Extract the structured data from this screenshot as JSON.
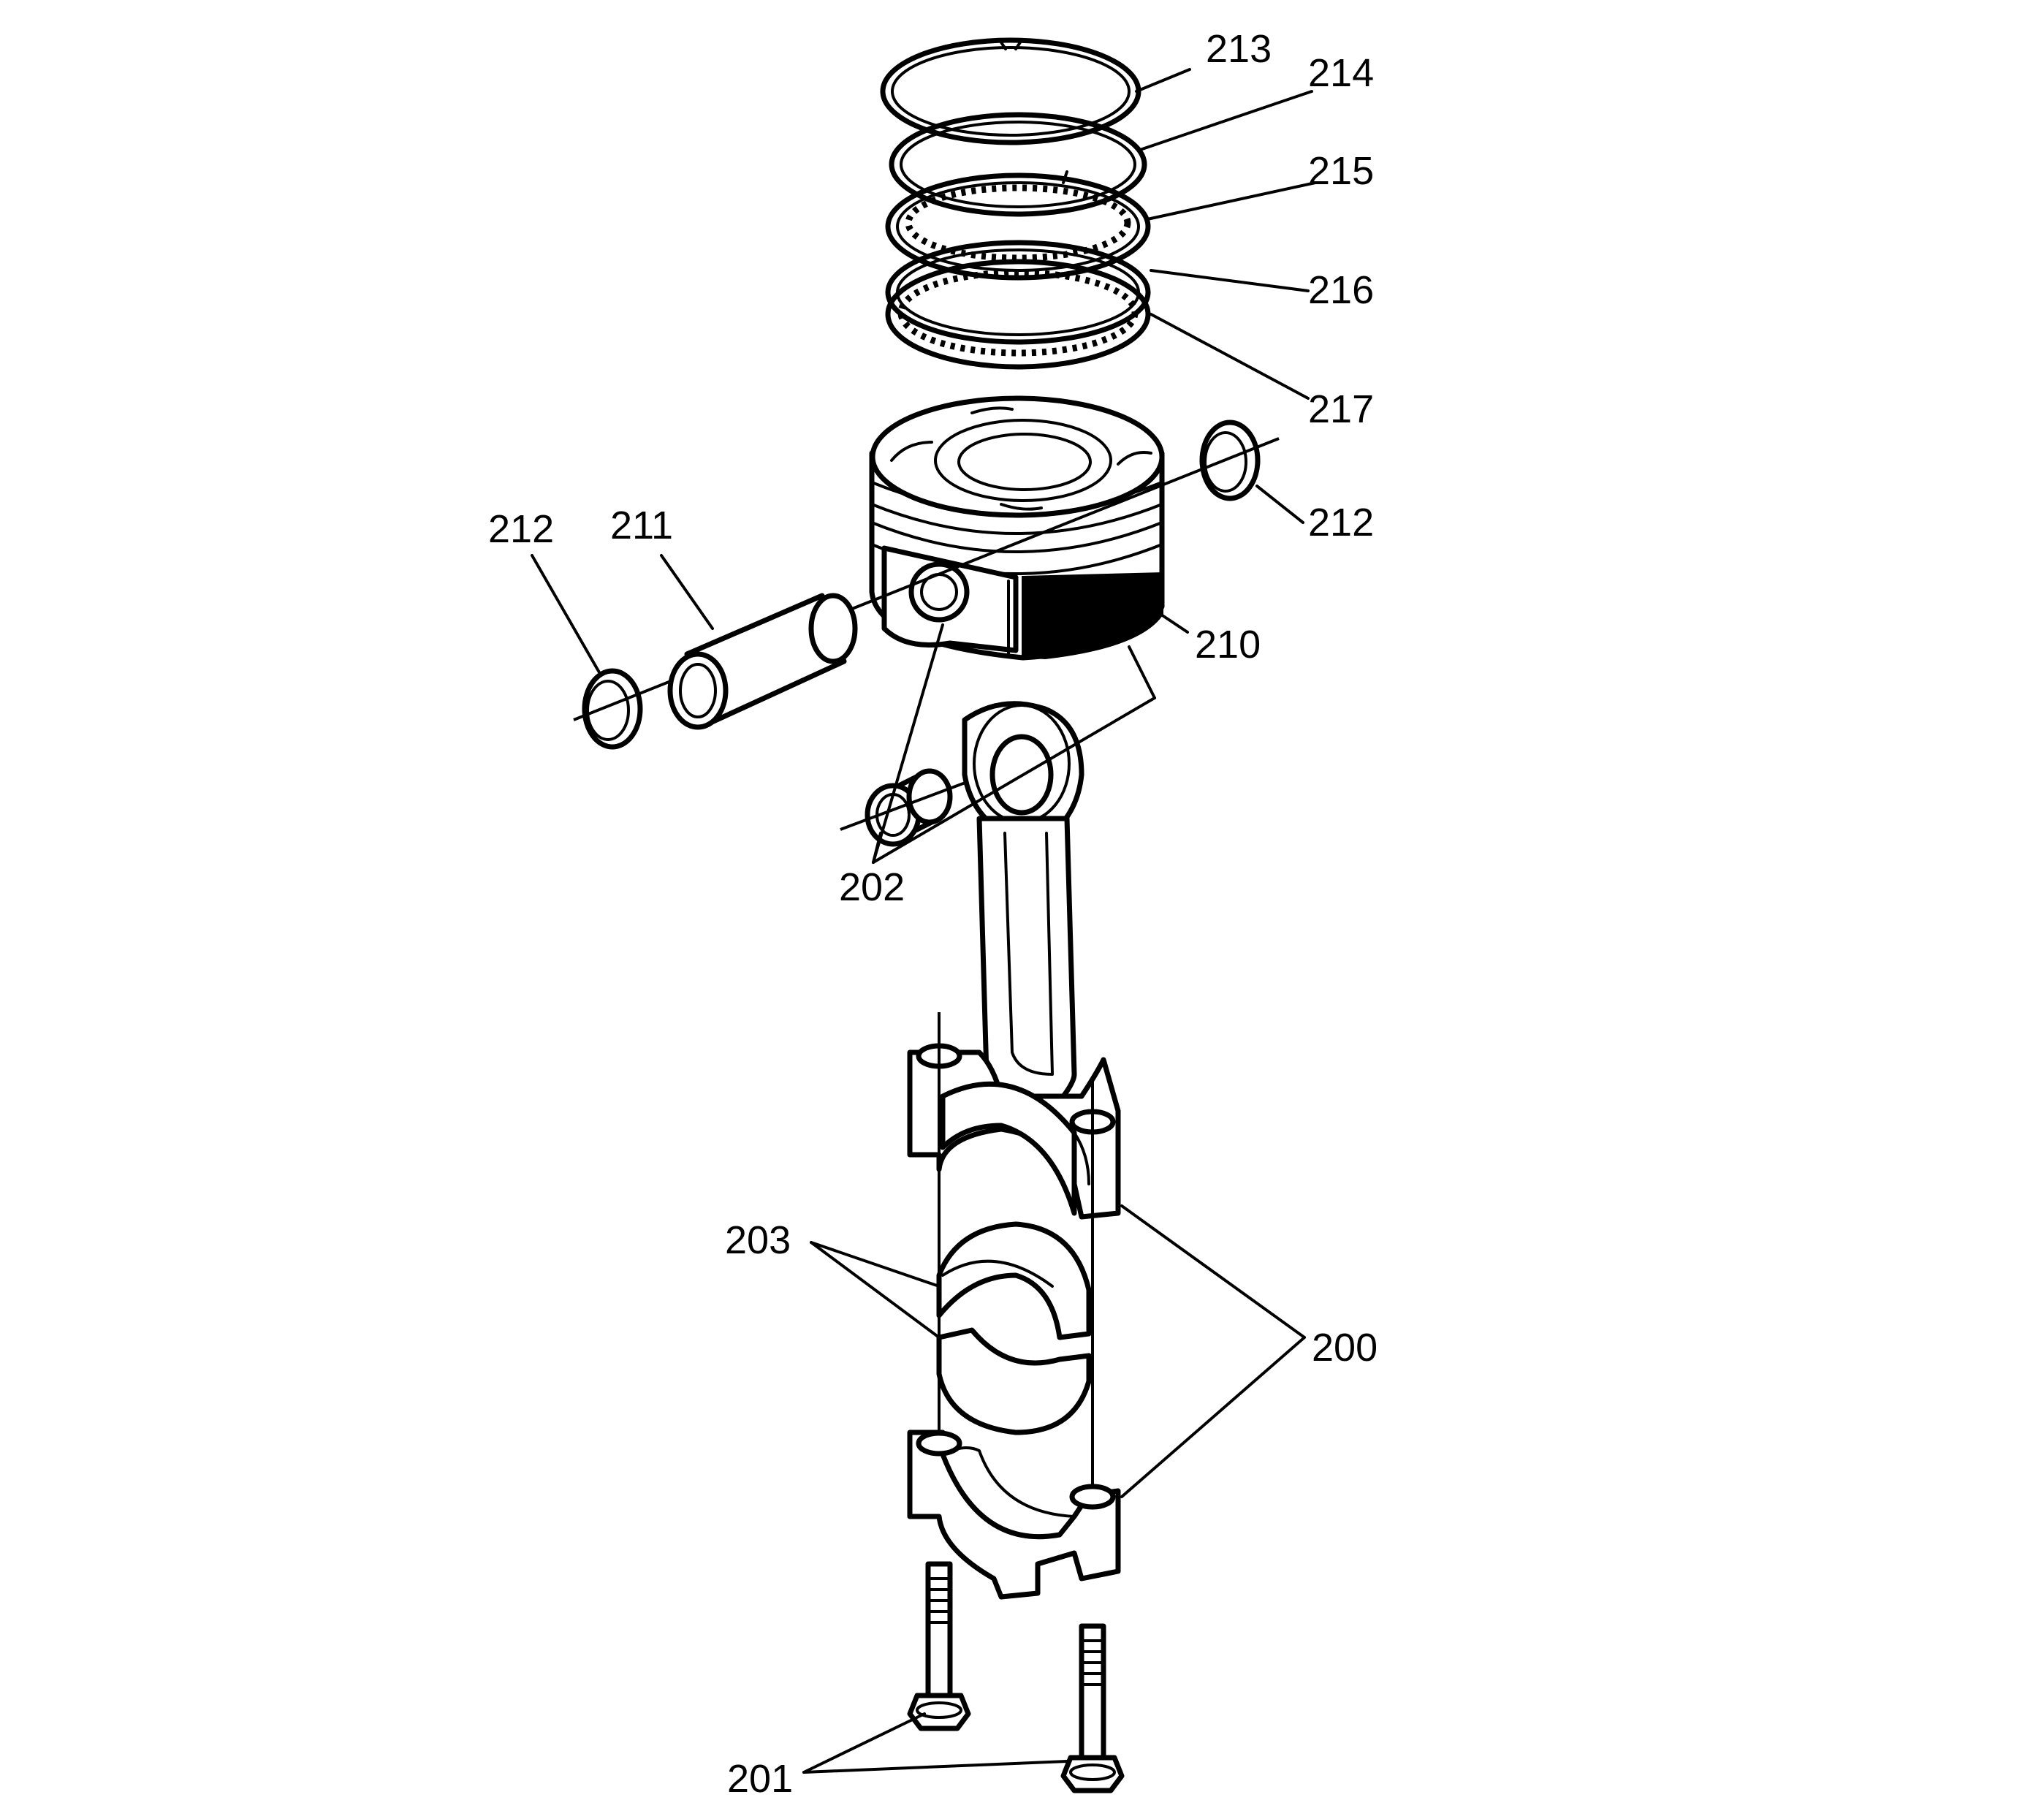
{
  "figure": {
    "callouts": [
      {
        "id": "c213",
        "text": "213"
      },
      {
        "id": "c214",
        "text": "214"
      },
      {
        "id": "c215",
        "text": "215"
      },
      {
        "id": "c216",
        "text": "216"
      },
      {
        "id": "c217",
        "text": "217"
      },
      {
        "id": "c212r",
        "text": "212"
      },
      {
        "id": "c212l",
        "text": "212"
      },
      {
        "id": "c211",
        "text": "211"
      },
      {
        "id": "c210",
        "text": "210"
      },
      {
        "id": "c202",
        "text": "202"
      },
      {
        "id": "c203",
        "text": "203"
      },
      {
        "id": "c200",
        "text": "200"
      },
      {
        "id": "c201",
        "text": "201"
      }
    ]
  },
  "colors": {
    "line": "#000000",
    "background": "#ffffff",
    "skirt_coating": "#000000"
  }
}
